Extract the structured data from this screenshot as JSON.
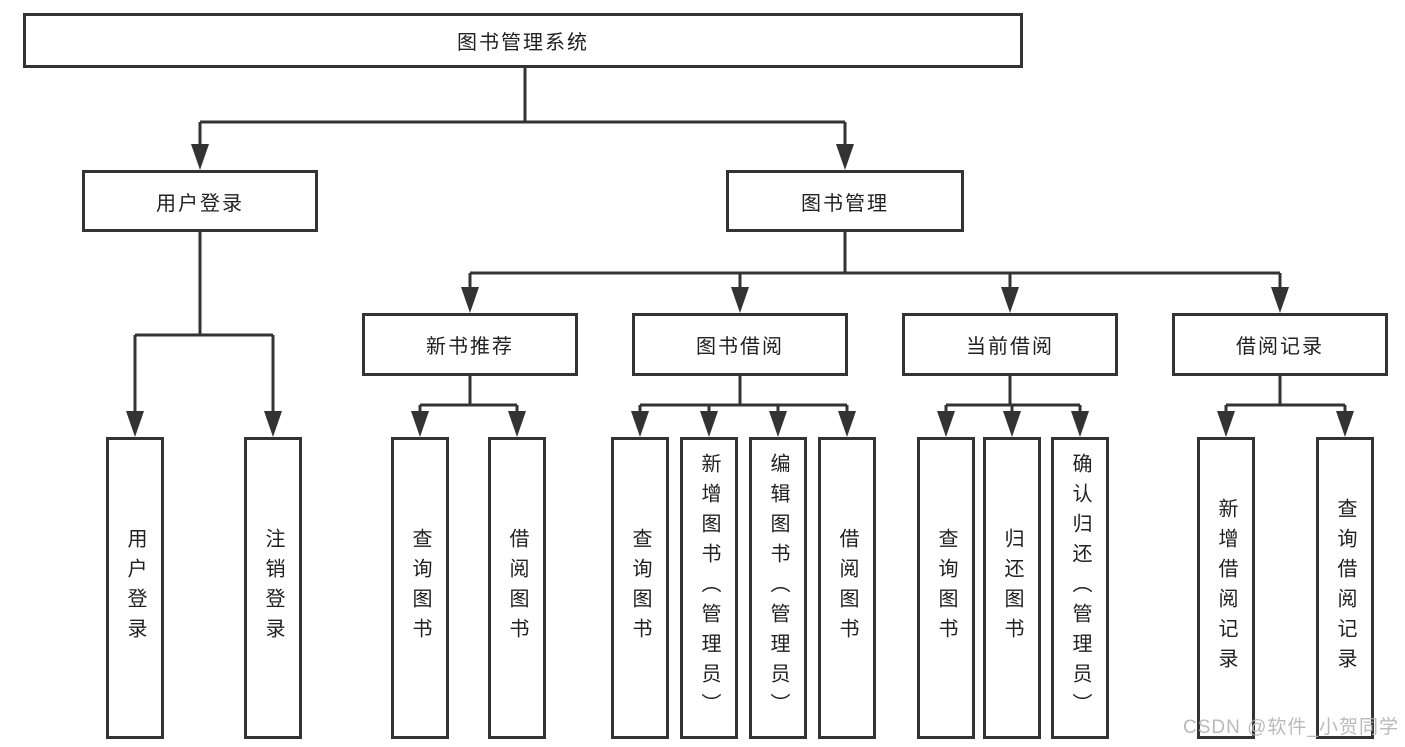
{
  "colors": {
    "line": "#333333",
    "text": "#212121",
    "background": "#ffffff",
    "watermark": "#b3b3b3"
  },
  "tree": {
    "root": {
      "label": "图书管理系统",
      "children": [
        {
          "label": "用户登录",
          "children": [
            {
              "label": "用户登录"
            },
            {
              "label": "注销登录"
            }
          ]
        },
        {
          "label": "图书管理",
          "children": [
            {
              "label": "新书推荐",
              "children": [
                {
                  "label": "查询图书"
                },
                {
                  "label": "借阅图书"
                }
              ]
            },
            {
              "label": "图书借阅",
              "children": [
                {
                  "label": "查询图书"
                },
                {
                  "label": "新增图书（管理员）"
                },
                {
                  "label": "编辑图书（管理员）"
                },
                {
                  "label": "借阅图书"
                }
              ]
            },
            {
              "label": "当前借阅",
              "children": [
                {
                  "label": "查询图书"
                },
                {
                  "label": "归还图书"
                },
                {
                  "label": "确认归还（管理员）"
                }
              ]
            },
            {
              "label": "借阅记录",
              "children": [
                {
                  "label": "新增借阅记录"
                },
                {
                  "label": "查询借阅记录"
                }
              ]
            }
          ]
        }
      ]
    }
  },
  "watermark": {
    "text": "CSDN @软件_小贺同学"
  }
}
